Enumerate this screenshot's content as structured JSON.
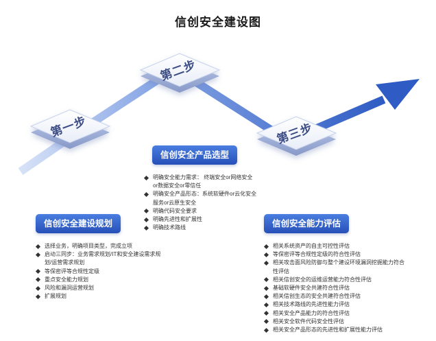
{
  "title": "信创安全建设图",
  "steps": [
    "第一步",
    "第二步",
    "第三步"
  ],
  "sections": {
    "planning": {
      "heading": "信创安全建设规划",
      "items": [
        "选择业务，明确项目类型，完成立项",
        "启动三同步：业务需求规划/IT和安全建设需求规划/运营需求规划",
        "等保密评等合规性定级",
        "重点安全能力规划",
        "风险和漏洞运营规划",
        "扩展规划"
      ]
    },
    "selection": {
      "heading": "信创安全产品选型",
      "items": [
        "明确安全能力需求： 终端安全or网络安全or数据安全or零信任",
        "明确安全产品形态：系统软硬件or云化安全服务or云原生安全",
        "明确代码安全要求",
        "明确先进性和扩展性",
        "明确技术路线"
      ]
    },
    "evaluation": {
      "heading": "信创安全能力评估",
      "items": [
        "相关系统资产的自主可控性评估",
        "等保密评等合规性定级的符合性评估",
        "相关攻击面风险防御与整个建设环境漏洞挖掘能力符合性评估",
        "相关信创安全的运维运营能力符合性评估",
        "基础软硬件安全共建符合性评估",
        "相关信创生态的安全共建符合性评估",
        "相关技术路线的先进性能力评估",
        "相关安全产品能力的符合性评估",
        "相关安全软件代码安全性评估",
        "相关安全产品形态的先进性和扩展性能力评估"
      ]
    }
  },
  "colors": {
    "accent": "#2f5cc4",
    "path": "#7d9ee0"
  }
}
